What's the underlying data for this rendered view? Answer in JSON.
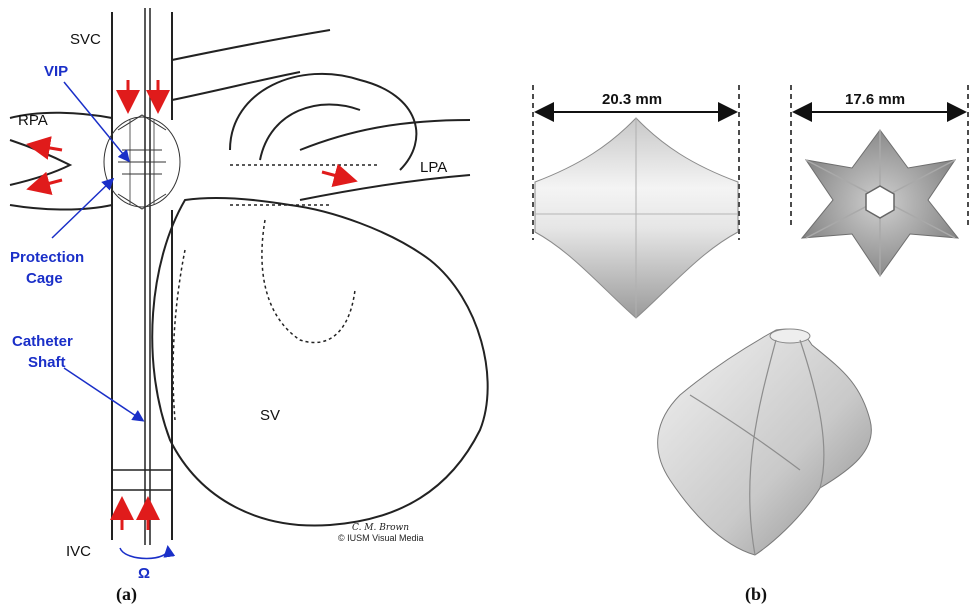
{
  "panel_a": {
    "caption": "(a)",
    "labels": {
      "svc": "SVC",
      "vip": "VIP",
      "rpa": "RPA",
      "lpa": "LPA",
      "protection_cage_line1": "Protection",
      "protection_cage_line2": "Cage",
      "catheter_shaft_line1": "Catheter",
      "catheter_shaft_line2": "Shaft",
      "sv": "SV",
      "ivc": "IVC",
      "omega": "Ω"
    },
    "credit_signature": "C. M. Brown",
    "credit_line": "© IUSM Visual Media",
    "colors": {
      "flow_arrow": "#e01b1b",
      "annotation": "#1a2fc8"
    }
  },
  "panel_b": {
    "caption": "(b)",
    "side_view_width": "20.3 mm",
    "top_view_width": "17.6 mm"
  }
}
